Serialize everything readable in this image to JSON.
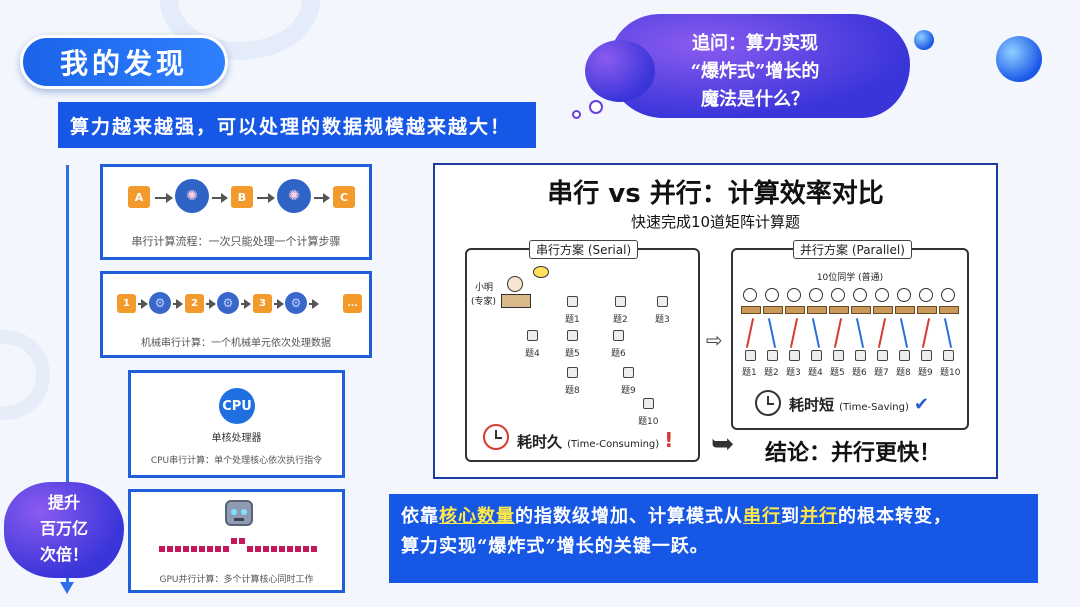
{
  "header": {
    "title": "我的发现",
    "banner": "算力越来越强，可以处理的数据规模越来越大！"
  },
  "question_cloud": {
    "line1": "追问：算力实现",
    "line2": "“爆炸式”增长的",
    "line3": "魔法是什么？"
  },
  "side_cloud": {
    "line1": "提升",
    "line2": "百万亿",
    "line3": "次倍！"
  },
  "panels": {
    "serial_flow": {
      "nodes": [
        "A",
        "B",
        "C"
      ],
      "caption": "串行计算流程：一次只能处理一个计算步骤"
    },
    "mechanical": {
      "nodes": [
        "1",
        "2",
        "3",
        "..."
      ],
      "caption": "机械串行计算：一个机械单元依次处理数据"
    },
    "cpu": {
      "chip_label": "CPU",
      "name": "单核处理器",
      "caption": "CPU串行计算：单个处理核心依次执行指令"
    },
    "gpu": {
      "caption": "GPU并行计算：多个计算核心同时工作"
    }
  },
  "diagram": {
    "title": "串行 vs 并行：计算效率对比",
    "subtitle": "快速完成10道矩阵计算题",
    "serial": {
      "label": "串行方案 (Serial)",
      "person": "小明",
      "person_role": "(专家)",
      "questions": [
        "题1",
        "题2",
        "题3",
        "题4",
        "题5",
        "题6",
        "题8",
        "题9",
        "题10"
      ],
      "time_label": "耗时久",
      "time_label_en": "(Time-Consuming)",
      "mark": "!"
    },
    "parallel": {
      "label": "并行方案 (Parallel)",
      "people": "10位同学 (普通)",
      "questions": [
        "题1",
        "题2",
        "题3",
        "题4",
        "题5",
        "题6",
        "题7",
        "题8",
        "题9",
        "题10"
      ],
      "time_label": "耗时短",
      "time_label_en": "(Time-Saving)",
      "mark": "✔"
    },
    "conclusion": "结论：并行更快！"
  },
  "summary": {
    "p1": "依靠",
    "k1": "核心数量",
    "p2": "的指数级增加、计算模式从",
    "k2": "串行",
    "p3": "到",
    "k3": "并行",
    "p4": "的根本转变，",
    "line2": "算力实现“爆炸式”增长的关键一跃。"
  },
  "colors": {
    "primary_blue": "#1657e6",
    "accent_orange": "#f39a2c",
    "highlight_yellow": "#ffe94a",
    "danger_red": "#d63b2f",
    "cloud_purple": "#5a3be0"
  }
}
